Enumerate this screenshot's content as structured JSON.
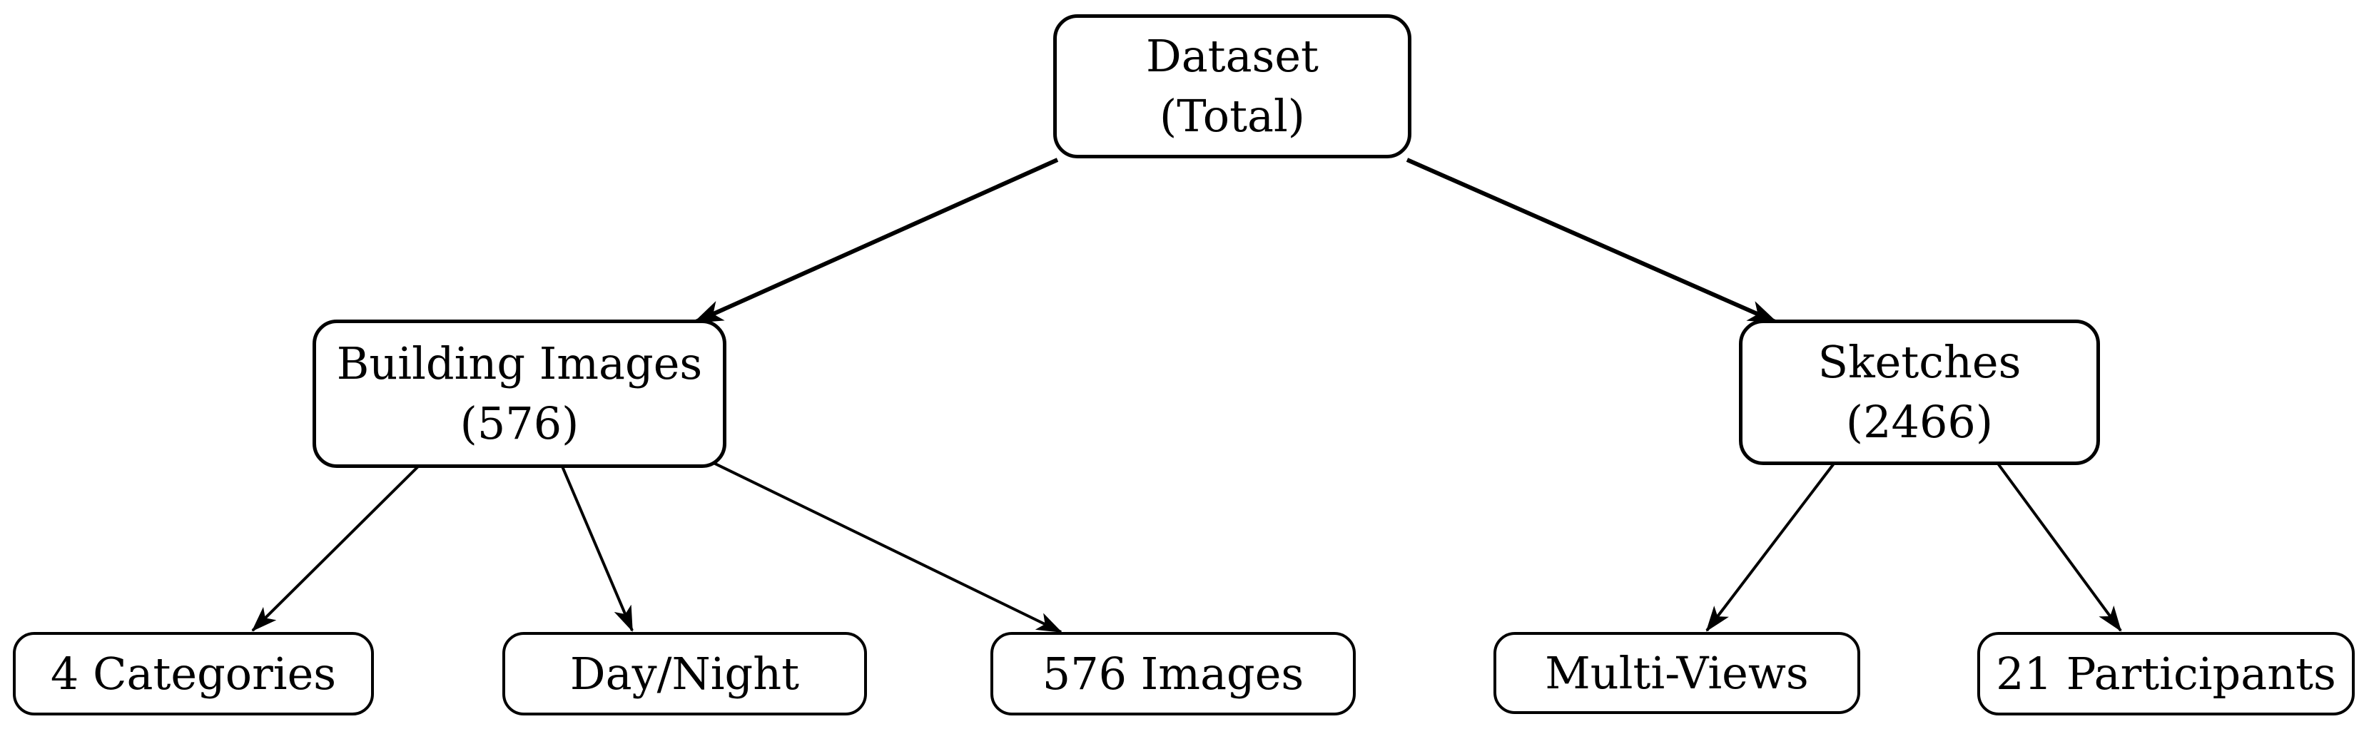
{
  "diagram": {
    "description": "Dataset composition tree",
    "colors": {
      "stroke": "#000000",
      "node_fill": "#ffffff",
      "text": "#000000",
      "background": "#ffffff"
    },
    "nodes": {
      "root": {
        "label": "Dataset",
        "count": "(Total)"
      },
      "building_images": {
        "label": "Building Images",
        "count": "(576)"
      },
      "sketches": {
        "label": "Sketches",
        "count": "(2466)"
      },
      "categories": {
        "label": "4 Categories"
      },
      "day_night": {
        "label": "Day/Night"
      },
      "images_576": {
        "label": "576 Images"
      },
      "multi_views": {
        "label": "Multi-Views"
      },
      "participants": {
        "label": "21 Participants"
      }
    },
    "edges": [
      {
        "from": "root",
        "to": "building_images"
      },
      {
        "from": "root",
        "to": "sketches"
      },
      {
        "from": "building_images",
        "to": "categories"
      },
      {
        "from": "building_images",
        "to": "day_night"
      },
      {
        "from": "building_images",
        "to": "images_576"
      },
      {
        "from": "sketches",
        "to": "multi_views"
      },
      {
        "from": "sketches",
        "to": "participants"
      }
    ]
  }
}
